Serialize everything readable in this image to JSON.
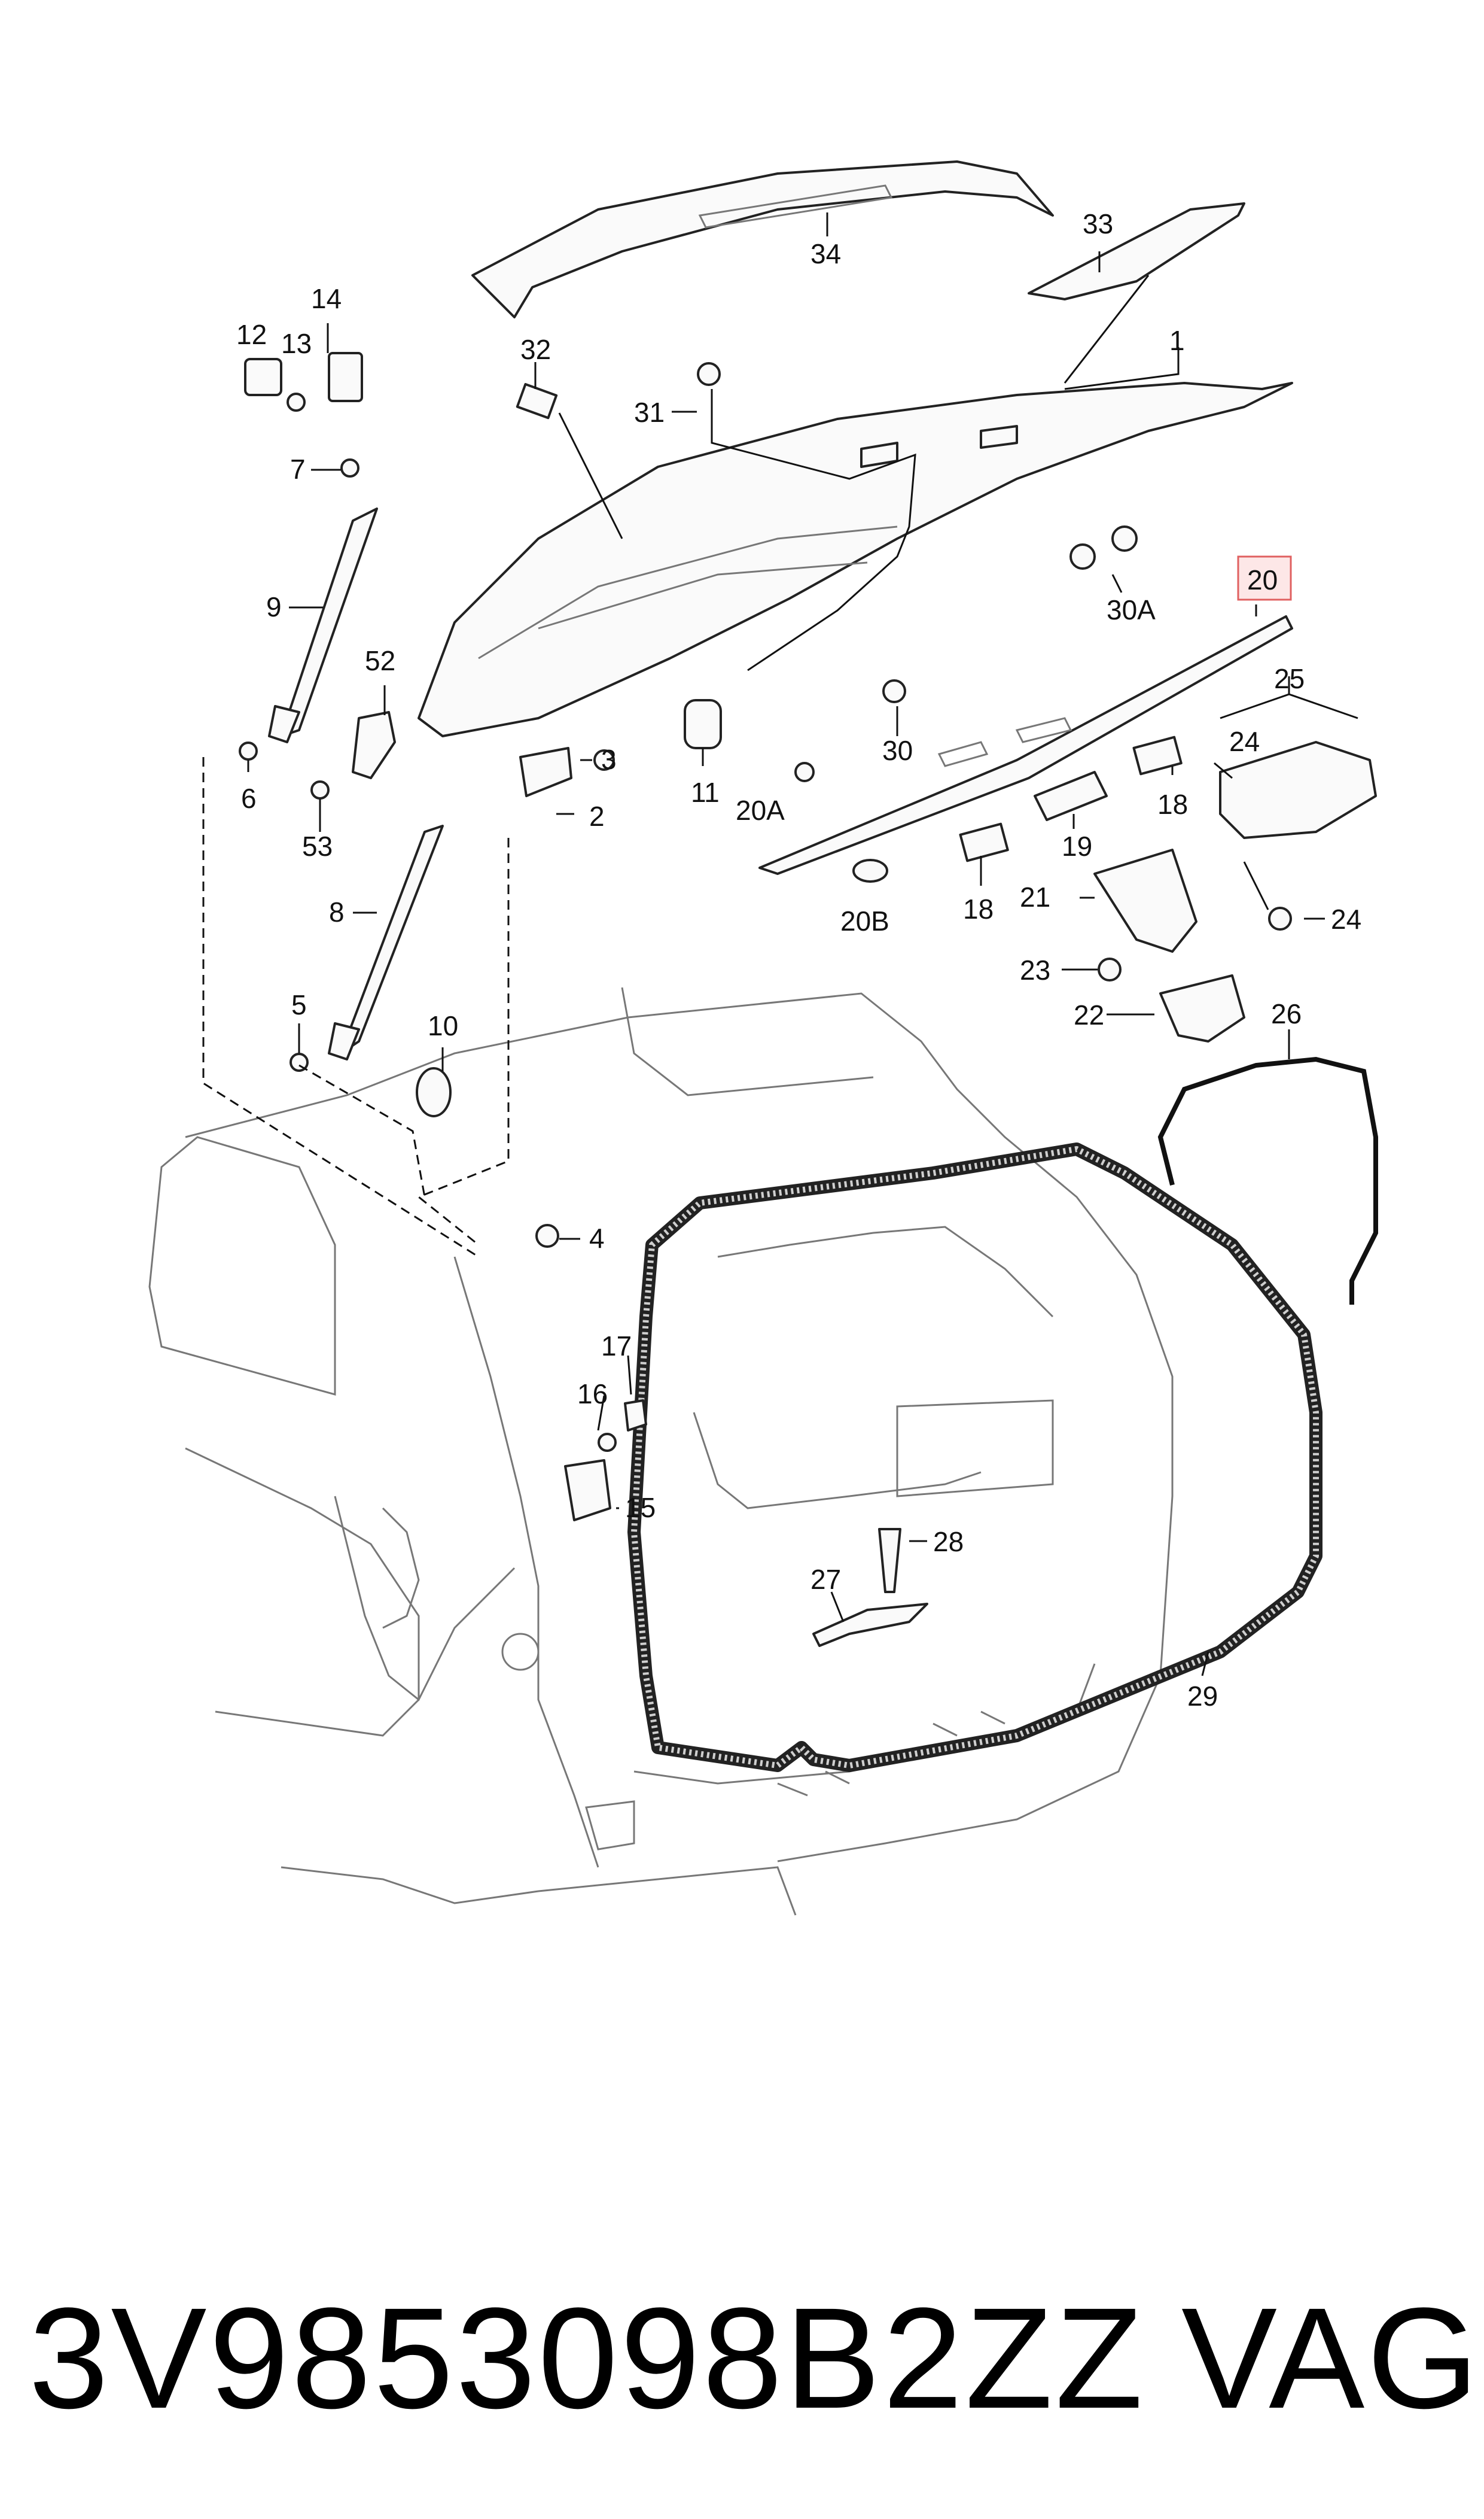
{
  "diagram": {
    "callouts": [
      {
        "id": "34",
        "text": "34"
      },
      {
        "id": "33",
        "text": "33"
      },
      {
        "id": "1",
        "text": "1"
      },
      {
        "id": "14",
        "text": "14"
      },
      {
        "id": "12",
        "text": "12"
      },
      {
        "id": "13",
        "text": "13"
      },
      {
        "id": "32",
        "text": "32"
      },
      {
        "id": "31",
        "text": "31"
      },
      {
        "id": "7",
        "text": "7"
      },
      {
        "id": "9",
        "text": "9"
      },
      {
        "id": "52",
        "text": "52"
      },
      {
        "id": "3",
        "text": "3"
      },
      {
        "id": "2",
        "text": "2"
      },
      {
        "id": "11",
        "text": "11"
      },
      {
        "id": "30",
        "text": "30"
      },
      {
        "id": "30A",
        "text": "30A"
      },
      {
        "id": "20",
        "text": "20",
        "highlighted": true
      },
      {
        "id": "25",
        "text": "25"
      },
      {
        "id": "24a",
        "text": "24"
      },
      {
        "id": "24b",
        "text": "24"
      },
      {
        "id": "18a",
        "text": "18"
      },
      {
        "id": "18b",
        "text": "18"
      },
      {
        "id": "19",
        "text": "19"
      },
      {
        "id": "20A",
        "text": "20A"
      },
      {
        "id": "20B",
        "text": "20B"
      },
      {
        "id": "21",
        "text": "21"
      },
      {
        "id": "23",
        "text": "23"
      },
      {
        "id": "22",
        "text": "22"
      },
      {
        "id": "26",
        "text": "26"
      },
      {
        "id": "6",
        "text": "6"
      },
      {
        "id": "53",
        "text": "53"
      },
      {
        "id": "8",
        "text": "8"
      },
      {
        "id": "5",
        "text": "5"
      },
      {
        "id": "10",
        "text": "10"
      },
      {
        "id": "4",
        "text": "4"
      },
      {
        "id": "17",
        "text": "17"
      },
      {
        "id": "16",
        "text": "16"
      },
      {
        "id": "15",
        "text": "15"
      },
      {
        "id": "28",
        "text": "28"
      },
      {
        "id": "27",
        "text": "27"
      },
      {
        "id": "29",
        "text": "29"
      }
    ],
    "highlight_color": "#e06060"
  },
  "footer": {
    "part_number": "3V9853098B2ZZ",
    "brand": "VAG"
  }
}
